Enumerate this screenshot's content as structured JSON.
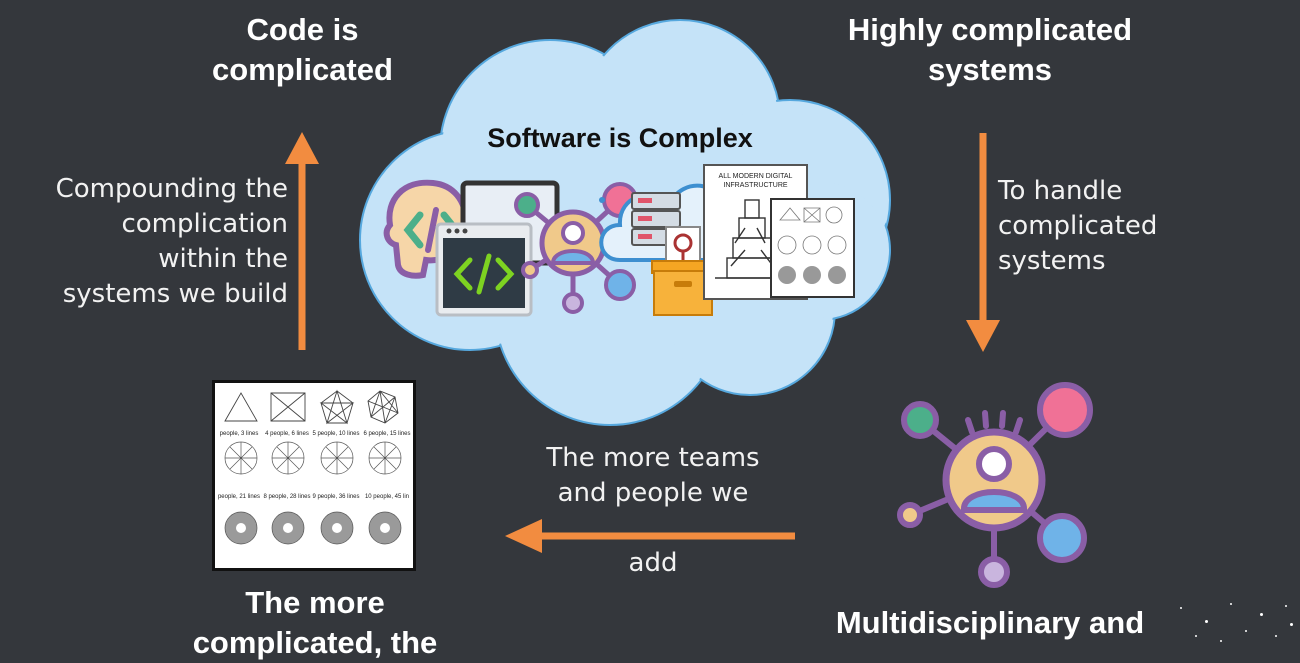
{
  "titles": {
    "top_left": [
      "Code is",
      "complicated"
    ],
    "top_right": [
      "Highly complicated",
      "systems"
    ],
    "bottom_left": [
      "The more",
      "complicated, the"
    ],
    "bottom_right": [
      "Multidisciplinary and"
    ]
  },
  "cloud": {
    "title": "Software is Complex",
    "infra_title": "ALL MODERN DIGITAL INFRASTRUCTURE"
  },
  "captions": {
    "left": [
      "Compounding the",
      "complication",
      "within the",
      "systems we build"
    ],
    "right": [
      "To handle",
      "complicated",
      "systems"
    ],
    "bottom": [
      "The more teams",
      "and people we"
    ],
    "bottom_add": "add"
  },
  "network_grid": {
    "labels": [
      "people, 3 lines",
      "4 people, 6 lines",
      "5 people, 10 lines",
      "6 people, 15 lines",
      "people, 21 lines",
      "8 people, 28 lines",
      "9 people, 36 lines",
      "10 people, 45 lin"
    ]
  },
  "colors": {
    "background": "#34373c",
    "arrow": "#f28c40",
    "cloud": "#c5e3f8",
    "purple": "#8a5ea6",
    "pink": "#f07196",
    "teal": "#4caf8a",
    "blue": "#6fb3e8",
    "skin": "#f0c98a"
  },
  "icons": [
    "brain-code-icon",
    "terminal-icon",
    "person-network-icon",
    "server-cloud-icon",
    "package-box-icon",
    "infrastructure-comic-icon",
    "team-network-icon"
  ]
}
